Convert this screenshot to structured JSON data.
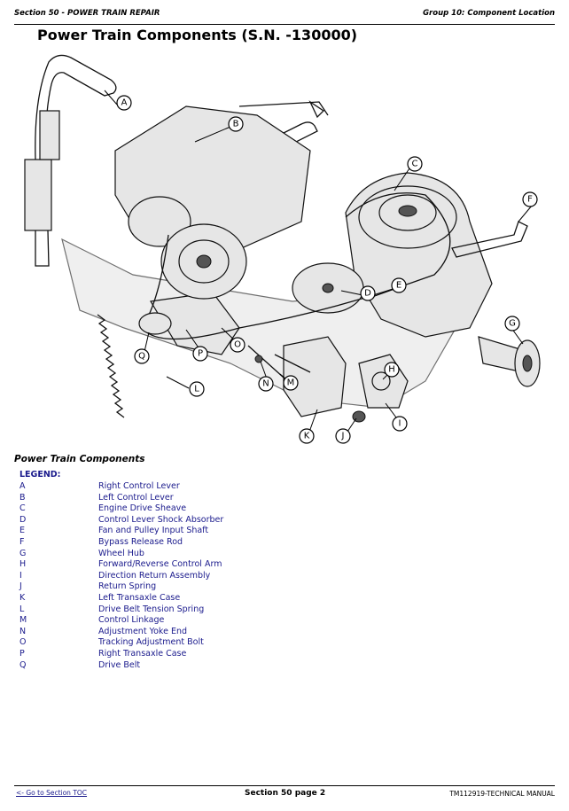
{
  "header": {
    "section": "Section 50 - POWER TRAIN REPAIR",
    "group": "Group 10: Component Location"
  },
  "title": "Power Train Components (S.N. -130000)",
  "callouts": [
    "A",
    "B",
    "C",
    "D",
    "E",
    "F",
    "G",
    "H",
    "I",
    "J",
    "K",
    "L",
    "M",
    "N",
    "O",
    "P",
    "Q"
  ],
  "caption": "Power Train Components",
  "legend_title": "LEGEND:",
  "legend": [
    {
      "key": "A",
      "label": "Right Control Lever"
    },
    {
      "key": "B",
      "label": "Left Control Lever"
    },
    {
      "key": "C",
      "label": "Engine Drive Sheave"
    },
    {
      "key": "D",
      "label": "Control Lever Shock Absorber"
    },
    {
      "key": "E",
      "label": "Fan and Pulley Input Shaft"
    },
    {
      "key": "F",
      "label": "Bypass Release Rod"
    },
    {
      "key": "G",
      "label": "Wheel Hub"
    },
    {
      "key": "H",
      "label": "Forward/Reverse Control Arm"
    },
    {
      "key": "I",
      "label": "Direction Return Assembly"
    },
    {
      "key": "J",
      "label": "Return Spring"
    },
    {
      "key": "K",
      "label": "Left Transaxle Case"
    },
    {
      "key": "L",
      "label": "Drive Belt Tension Spring"
    },
    {
      "key": "M",
      "label": "Control Linkage"
    },
    {
      "key": "N",
      "label": "Adjustment Yoke End"
    },
    {
      "key": "O",
      "label": "Tracking Adjustment Bolt"
    },
    {
      "key": "P",
      "label": "Right Transaxle Case"
    },
    {
      "key": "Q",
      "label": "Drive Belt"
    }
  ],
  "footer": {
    "toc_link": "<- Go to Section TOC",
    "page": "Section 50 page 2",
    "manual": "TM112919-TECHNICAL MANUAL"
  }
}
